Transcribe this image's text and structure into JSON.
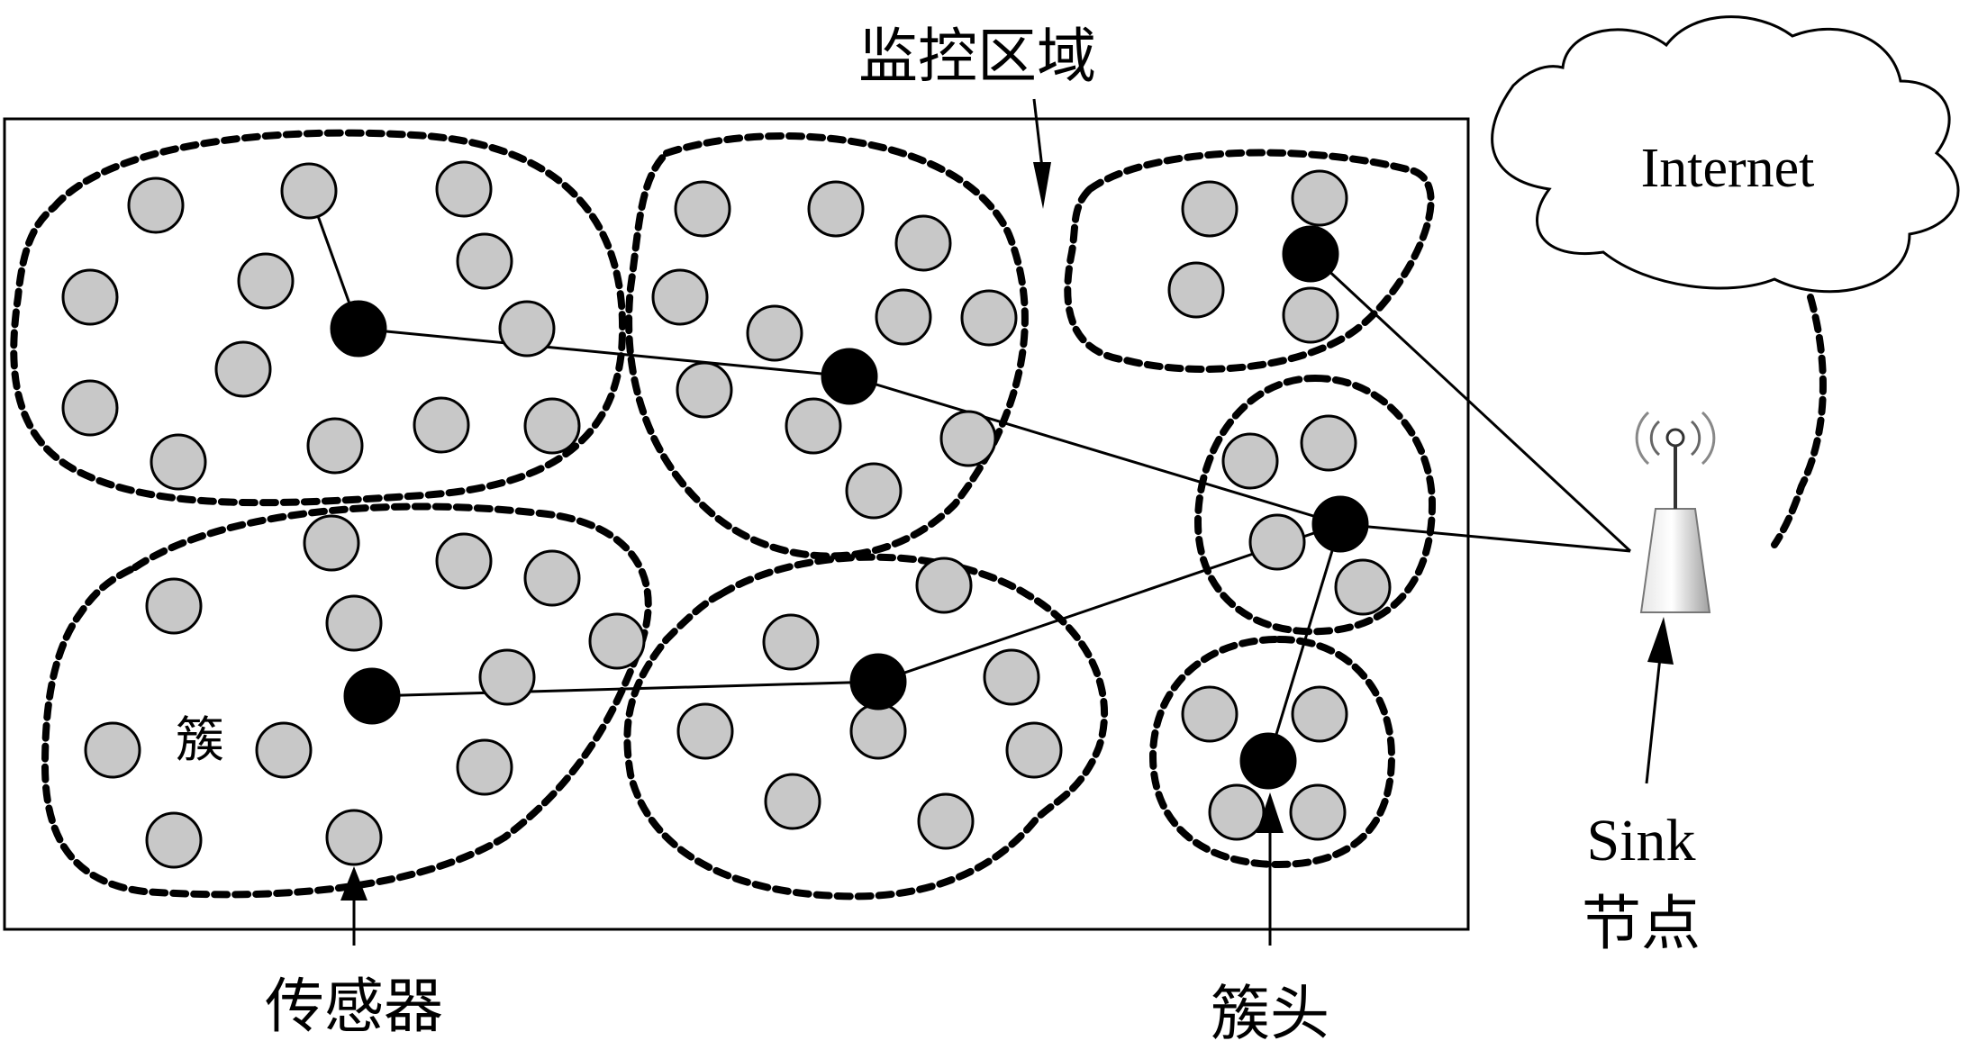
{
  "labels": {
    "monitoring_area": "监控区域",
    "internet": "Internet",
    "cluster": "簇",
    "sensor": "传感器",
    "cluster_head": "簇头",
    "sink_line1": "Sink",
    "sink_line2": "节点"
  },
  "colors": {
    "sensor_fill": "#c8c8c8",
    "cluster_head_fill": "#000000",
    "line": "#000000",
    "background": "#ffffff"
  },
  "legend_icons": {
    "sensor": "gray-circle",
    "cluster_head": "black-circle",
    "sink": "antenna-tower-icon",
    "internet": "cloud-icon"
  }
}
